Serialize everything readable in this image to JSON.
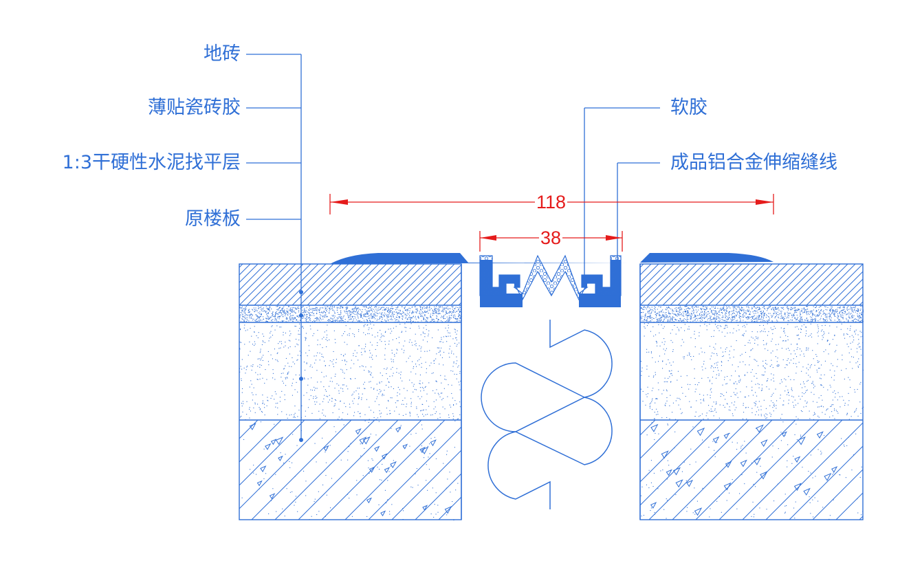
{
  "labels": {
    "floor_tile": "地砖",
    "tile_adhesive": "薄贴瓷砖胶",
    "screed": "1:3干硬性水泥找平层",
    "slab": "原楼板",
    "soft_rubber": "软胶",
    "aluminum_profile": "成品铝合金伸缩缝线"
  },
  "dimensions": {
    "overall": "118",
    "insert": "38"
  },
  "colors": {
    "line": "#2f6fd6",
    "dimension": "#e51b1b",
    "profile_fill": "#2f6fd6"
  }
}
